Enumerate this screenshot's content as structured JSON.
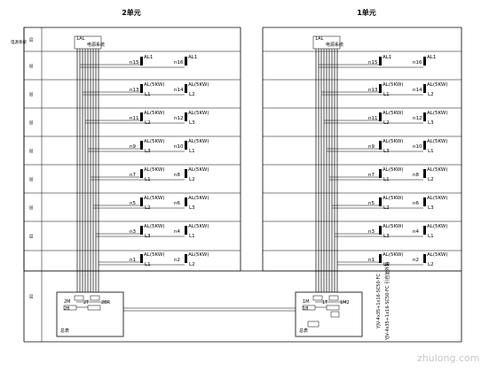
{
  "sections": [
    {
      "title": "2单元",
      "header_label": "电源系统",
      "header_box_label": "电源系统",
      "header_tag": "1AL",
      "row_label": "楼层",
      "rows": [
        {
          "left_n": "n15",
          "left_tag": "AL1",
          "right_n": "n16",
          "right_tag": "AL1",
          "l_left": "",
          "l_right": ""
        },
        {
          "left_n": "n13",
          "left_tag": "AL(5KW)",
          "right_n": "n14",
          "right_tag": "AL(5KW)",
          "l_left": "L1",
          "l_right": "L2"
        },
        {
          "left_n": "n11",
          "left_tag": "AL(5KW)",
          "right_n": "n12",
          "right_tag": "AL(5KW)",
          "l_left": "L2",
          "l_right": "L3"
        },
        {
          "left_n": "n9",
          "left_tag": "AL(5KW)",
          "right_n": "n10",
          "right_tag": "AL(5KW)",
          "l_left": "L3",
          "l_right": "L1"
        },
        {
          "left_n": "n7",
          "left_tag": "AL(5KW)",
          "right_n": "n8",
          "right_tag": "AL(5KW)",
          "l_left": "L1",
          "l_right": "L2"
        },
        {
          "left_n": "n5",
          "left_tag": "AL(5KW)",
          "right_n": "n6",
          "right_tag": "AL(5KW)",
          "l_left": "L2",
          "l_right": "L3"
        },
        {
          "left_n": "n3",
          "left_tag": "AL(5KW)",
          "right_n": "n4",
          "right_tag": "AL(5KW)",
          "l_left": "L3",
          "l_right": "L1"
        },
        {
          "left_n": "n1",
          "left_tag": "AL(5KW)",
          "right_n": "n2",
          "right_tag": "AL(5KW)",
          "l_left": "L1",
          "l_right": "L2"
        }
      ],
      "bottom_box": {
        "label": "总表",
        "tag_a": "2M",
        "tag_b": "2B",
        "tag_c": "2T",
        "tag_d": "2BR"
      }
    },
    {
      "title": "1单元",
      "header_label": "",
      "header_box_label": "电源系统",
      "header_tag": "1AL",
      "row_label": "",
      "rows": [
        {
          "left_n": "n15",
          "left_tag": "AL1",
          "right_n": "n16",
          "right_tag": "AL1",
          "l_left": "",
          "l_right": ""
        },
        {
          "left_n": "n13",
          "left_tag": "AL(5KW)",
          "right_n": "n14",
          "right_tag": "AL(5KW)",
          "l_left": "L1",
          "l_right": "L2"
        },
        {
          "left_n": "n11",
          "left_tag": "AL(5KW)",
          "right_n": "n12",
          "right_tag": "AL(5KW)",
          "l_left": "L2",
          "l_right": "L3"
        },
        {
          "left_n": "n9",
          "left_tag": "AL(5KW)",
          "right_n": "n10",
          "right_tag": "AL(5KW)",
          "l_left": "L3",
          "l_right": "L1"
        },
        {
          "left_n": "n7",
          "left_tag": "AL(5KW)",
          "right_n": "n8",
          "right_tag": "AL(5KW)",
          "l_left": "L1",
          "l_right": "L2"
        },
        {
          "left_n": "n5",
          "left_tag": "AL(5KW)",
          "right_n": "n6",
          "right_tag": "AL(5KW)",
          "l_left": "L2",
          "l_right": "L3"
        },
        {
          "left_n": "n3",
          "left_tag": "AL(5KW)",
          "right_n": "n4",
          "right_tag": "AL(5KW)",
          "l_left": "L3",
          "l_right": "L1"
        },
        {
          "left_n": "n1",
          "left_tag": "AL(5KW)",
          "right_n": "n2",
          "right_tag": "AL(5KW)",
          "l_left": "L1",
          "l_right": "L2"
        }
      ],
      "bottom_box": {
        "label": "总表",
        "tag_a": "1M",
        "tag_b": "1B",
        "tag_c": "1T",
        "tag_d": "1M2"
      },
      "side_note_1": "YJV-4x35+1x16-SC50-FC",
      "side_note_2": "YJV-4x35+1x16-SC50-FC 引自室外箱"
    }
  ],
  "left_row_labels": [
    "层",
    "层",
    "层",
    "层",
    "层",
    "层",
    "层",
    "层",
    "层"
  ],
  "watermark": "zhulong.com"
}
